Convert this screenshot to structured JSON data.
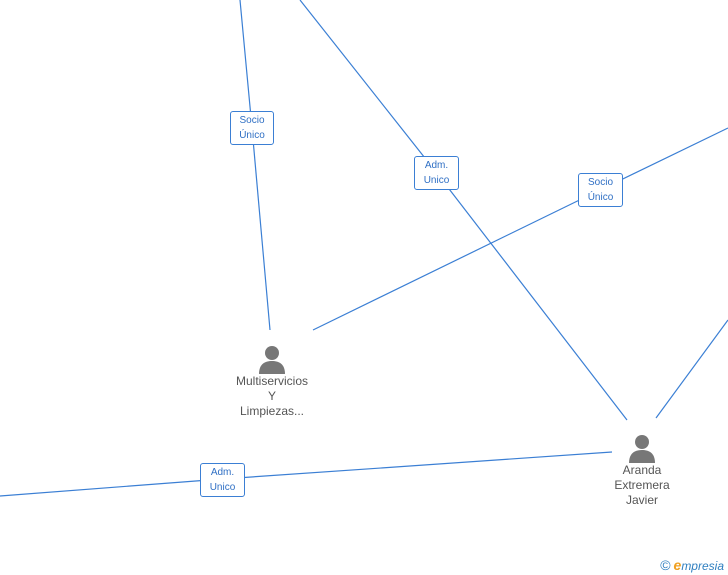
{
  "diagram": {
    "edges": [
      {
        "id": "e1",
        "label_lines": [
          "Socio",
          "Único"
        ]
      },
      {
        "id": "e2",
        "label_lines": [
          "Adm.",
          "Unico"
        ]
      },
      {
        "id": "e3",
        "label_lines": [
          "Socio",
          "Único"
        ]
      },
      {
        "id": "e4",
        "label_lines": [
          "Adm.",
          "Unico"
        ]
      },
      {
        "id": "e5",
        "label_lines": []
      },
      {
        "id": "e6",
        "label_lines": []
      }
    ],
    "nodes": [
      {
        "id": "n1",
        "icon": "person-icon",
        "name_lines": [
          "Multiservicios",
          "Y",
          "Limpiezas..."
        ]
      },
      {
        "id": "n2",
        "icon": "person-icon",
        "name_lines": [
          "Aranda",
          "Extremera",
          "Javier"
        ]
      }
    ]
  },
  "footer": {
    "copyright_symbol": "©",
    "brand_initial": "e",
    "brand_rest": "mpresia"
  },
  "colors": {
    "edge": "#3b7fd4",
    "label_text": "#2f6fc4",
    "node_icon": "#777777",
    "node_text": "#555555",
    "brand_accent": "#f0a020"
  }
}
